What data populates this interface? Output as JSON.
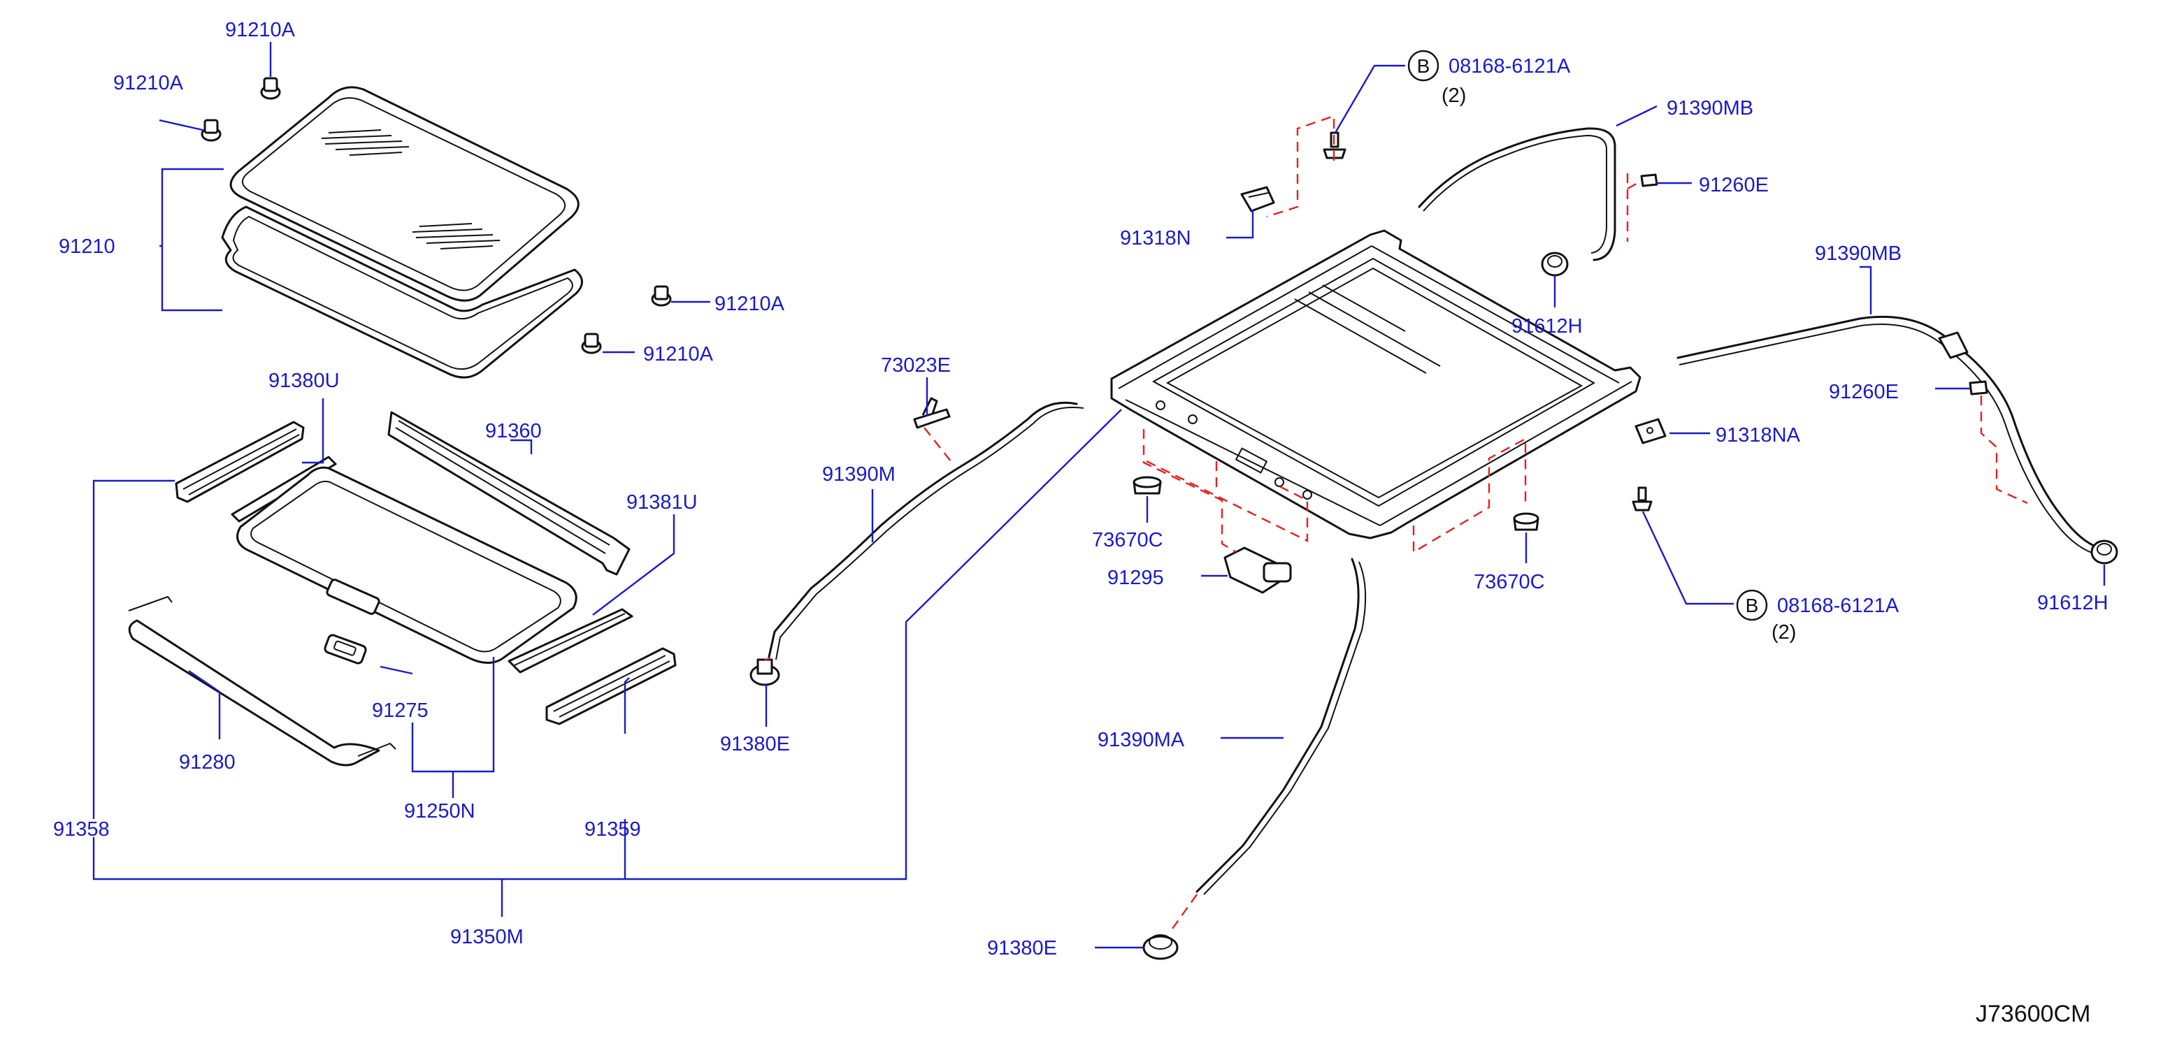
{
  "callouts": {
    "p91210A_1": "91210A",
    "p91210A_2": "91210A",
    "p91210A_3": "91210A",
    "p91210A_4": "91210A",
    "p91210": "91210",
    "p91380U": "91380U",
    "p91360": "91360",
    "p91381U": "91381U",
    "p91275": "91275",
    "p91280": "91280",
    "p91250N": "91250N",
    "p91358": "91358",
    "p91359": "91359",
    "p91350M": "91350M",
    "p73023E": "73023E",
    "p91390M": "91390M",
    "p91380E_1": "91380E",
    "p91380E_2": "91380E",
    "p91318N": "91318N",
    "p08168_1": "08168-6121A",
    "p08168_2": "08168-6121A",
    "p91390MB_1": "91390MB",
    "p91390MB_2": "91390MB",
    "p91260E_1": "91260E",
    "p91260E_2": "91260E",
    "p91612H_1": "91612H",
    "p91612H_2": "91612H",
    "p73670C_1": "73670C",
    "p73670C_2": "73670C",
    "p91295": "91295",
    "p91318NA": "91318NA",
    "p91390MA": "91390MA"
  },
  "quantities": {
    "q1": "(2)",
    "q2": "(2)"
  },
  "symbols": {
    "b1": "B",
    "b2": "B"
  },
  "diagram_code": "J73600CM",
  "colors": {
    "callout": "#1a1ac8",
    "guide_dash": "#e52020",
    "parts": "#111111"
  }
}
